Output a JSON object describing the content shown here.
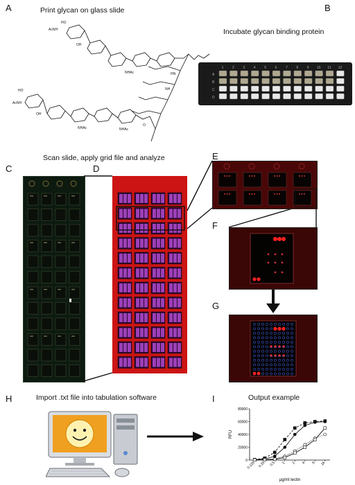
{
  "panels": {
    "A": "A",
    "B": "B",
    "C": "C",
    "D": "D",
    "E": "E",
    "F": "F",
    "G": "G",
    "H": "H",
    "I": "I"
  },
  "captions": {
    "print": "Print glycan on glass slide",
    "incubate": "Incubate glycan binding protein",
    "scan": "Scan slide, apply grid file and analyze",
    "import": "Import .txt file into tabulation software",
    "output": "Output example"
  },
  "chem_labels": {
    "acnh": "AcNH",
    "ho": "HO",
    "oh": "OH",
    "nhac": "NHAc",
    "hn": "HN",
    "nh": "NH",
    "o": "O"
  },
  "well_plate": {
    "columns": [
      "1",
      "2",
      "3",
      "4",
      "5",
      "6",
      "7",
      "8",
      "9",
      "10",
      "11",
      "12"
    ],
    "rows": [
      "A",
      "B",
      "C",
      "D"
    ]
  },
  "colors": {
    "slide_dark": "#0d1a10",
    "slide_red": "#cc1414",
    "spot_red": "#ff2020",
    "grid_purple": "#b04ad0",
    "monitor_orange": "#f0a020"
  },
  "chart_data": {
    "type": "line",
    "xlabel": "µg/ml lectin",
    "ylabel": "RFU",
    "x": [
      0.125,
      0.25,
      0.5,
      1,
      2,
      4,
      8,
      16
    ],
    "xtick_labels": [
      "0.125",
      "0.25",
      "0.5",
      "1",
      "2",
      "4",
      "8",
      "16"
    ],
    "xscale": "log",
    "ylim": [
      0,
      80000
    ],
    "yticks": [
      0,
      20000,
      40000,
      60000,
      80000
    ],
    "ytick_labels": [
      "0",
      "20000",
      "40000",
      "60000",
      "80000"
    ],
    "series": [
      {
        "marker": "filled-circle",
        "line": "solid",
        "values": [
          500,
          1500,
          6000,
          20000,
          40000,
          54000,
          59000,
          60000
        ]
      },
      {
        "marker": "filled-square",
        "line": "dashed",
        "values": [
          800,
          3000,
          12000,
          32000,
          50000,
          58000,
          60000,
          61000
        ]
      },
      {
        "marker": "open-circle",
        "line": "dotted",
        "values": [
          300,
          700,
          2000,
          6000,
          14000,
          24000,
          34000,
          40000
        ]
      },
      {
        "marker": "open-square",
        "line": "solid",
        "values": [
          200,
          500,
          1200,
          4000,
          11000,
          20000,
          32000,
          50000
        ]
      }
    ]
  }
}
